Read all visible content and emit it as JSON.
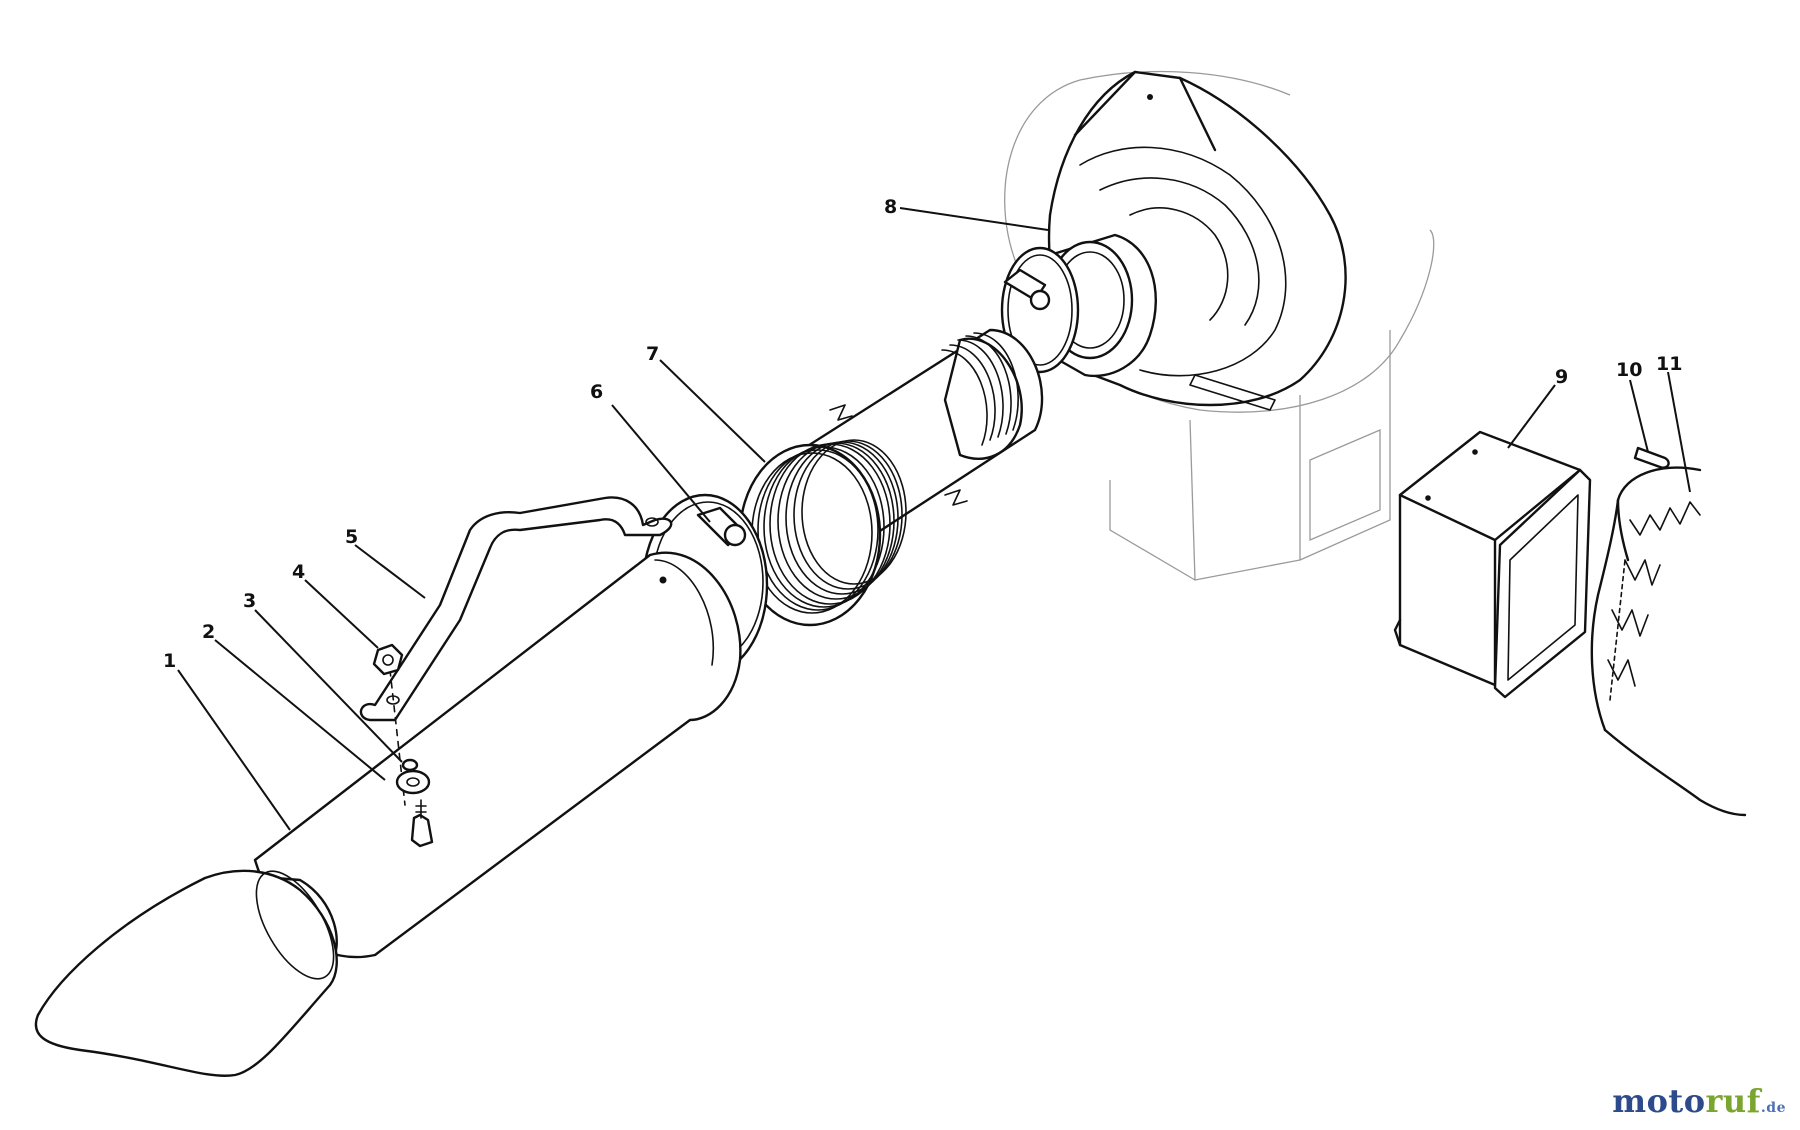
{
  "callouts": [
    {
      "label": "1",
      "part": "outlet-chute"
    },
    {
      "label": "2",
      "part": "bolt"
    },
    {
      "label": "3",
      "part": "washer"
    },
    {
      "label": "4",
      "part": "nut"
    },
    {
      "label": "5",
      "part": "support-bracket"
    },
    {
      "label": "6",
      "part": "hose-clamp"
    },
    {
      "label": "7",
      "part": "flexible-hose"
    },
    {
      "label": "8",
      "part": "blower-adapter"
    },
    {
      "label": "9",
      "part": "cover-plate"
    },
    {
      "label": "10",
      "part": "retainer-clip"
    },
    {
      "label": "11",
      "part": "deck-opening"
    }
  ],
  "watermark": {
    "part1": "moto",
    "part2": "ruf",
    "suffix": ".de",
    "colors": {
      "part1": "#2d4b8c",
      "part2": "#7aa52f",
      "suffix": "#4d6fb3"
    }
  }
}
